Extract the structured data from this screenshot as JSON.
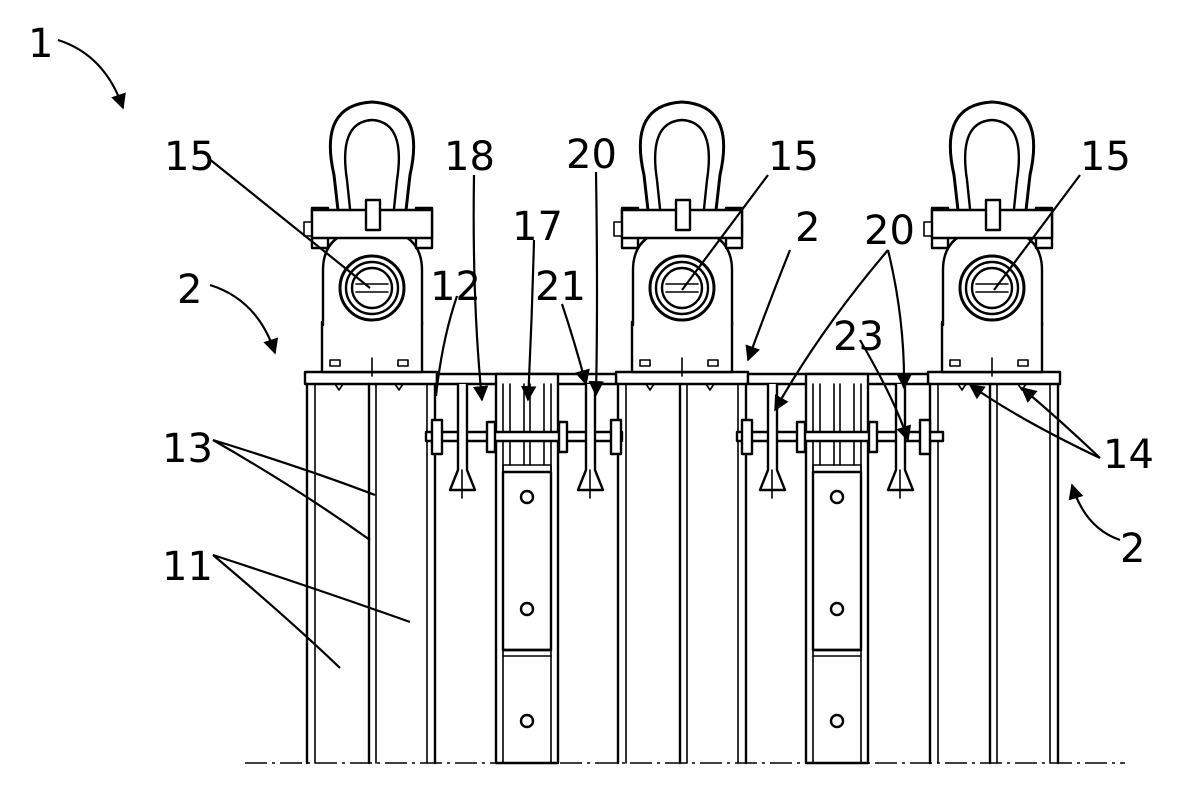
{
  "figure": {
    "reference_numerals": {
      "assembly": "1",
      "module_left": "2",
      "module_mid": "2",
      "module_right": "2",
      "plates": "11",
      "bracket": "12",
      "flanges": "13",
      "top_plates": "14",
      "eye_left": "15",
      "eye_mid": "15",
      "eye_right": "15",
      "connector_center": "17",
      "pin_left": "18",
      "bolt_a": "20",
      "bolt_b": "20",
      "nut": "21",
      "washer": "23"
    }
  }
}
